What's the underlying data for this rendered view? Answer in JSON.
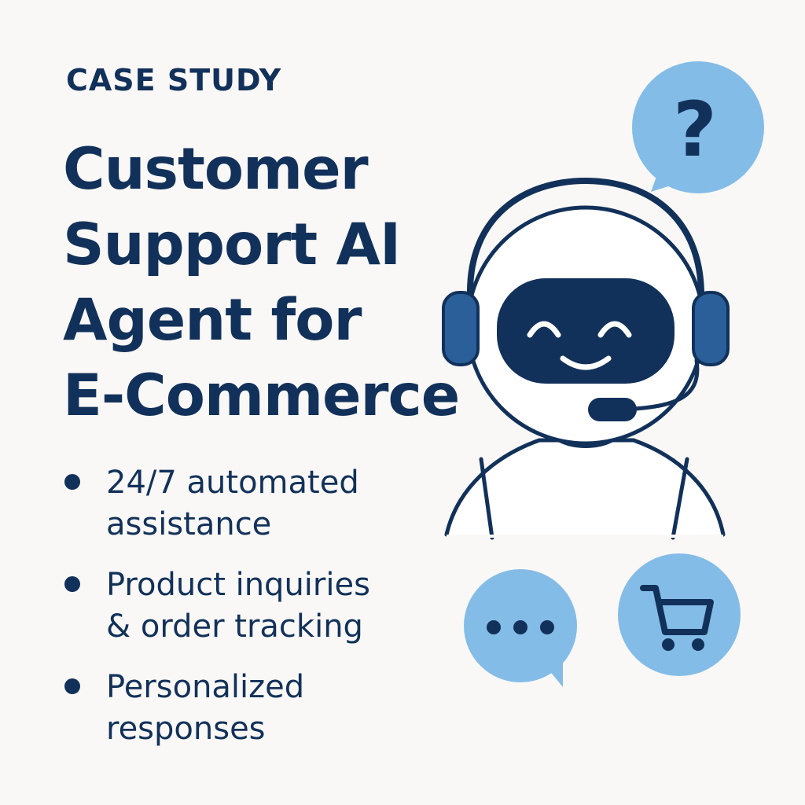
{
  "eyebrow": "CASE STUDY",
  "title_lines": [
    "Customer",
    "Support AI",
    "Agent for",
    "E-Commerce"
  ],
  "bullets": [
    {
      "lines": [
        "24/7 automated",
        "assistance"
      ]
    },
    {
      "lines": [
        "Product inquiries",
        "& order tracking"
      ]
    },
    {
      "lines": [
        "Personalized",
        "responses"
      ]
    }
  ],
  "question_mark": "?",
  "icons": {
    "question_bubble": "question-bubble-icon",
    "robot": "robot-agent-icon",
    "headset": "headset-icon",
    "chat_bubble": "chat-bubble-icon",
    "cart": "shopping-cart-icon"
  },
  "colors": {
    "navy": "#12315a",
    "light_blue": "#84bce8",
    "headset_blue": "#2a5f9a",
    "background": "#f9f8f6"
  }
}
